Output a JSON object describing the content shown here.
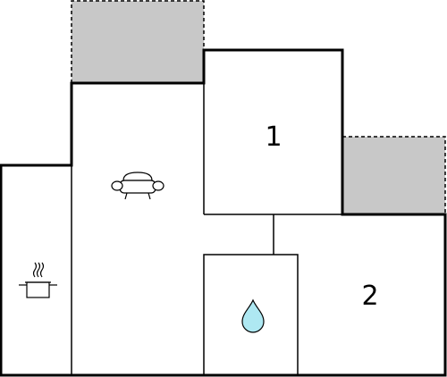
{
  "floorplan": {
    "rooms": [
      {
        "id": "bedroom-1",
        "label": "1"
      },
      {
        "id": "bedroom-2",
        "label": "2"
      }
    ],
    "icons": {
      "kitchen": "cooking-pot-icon",
      "living": "sofa-icon",
      "bathroom": "water-drop-icon"
    },
    "colors": {
      "wall": "#000000",
      "terrace_fill": "#c8c8c8",
      "water": "#aee8f2"
    }
  }
}
